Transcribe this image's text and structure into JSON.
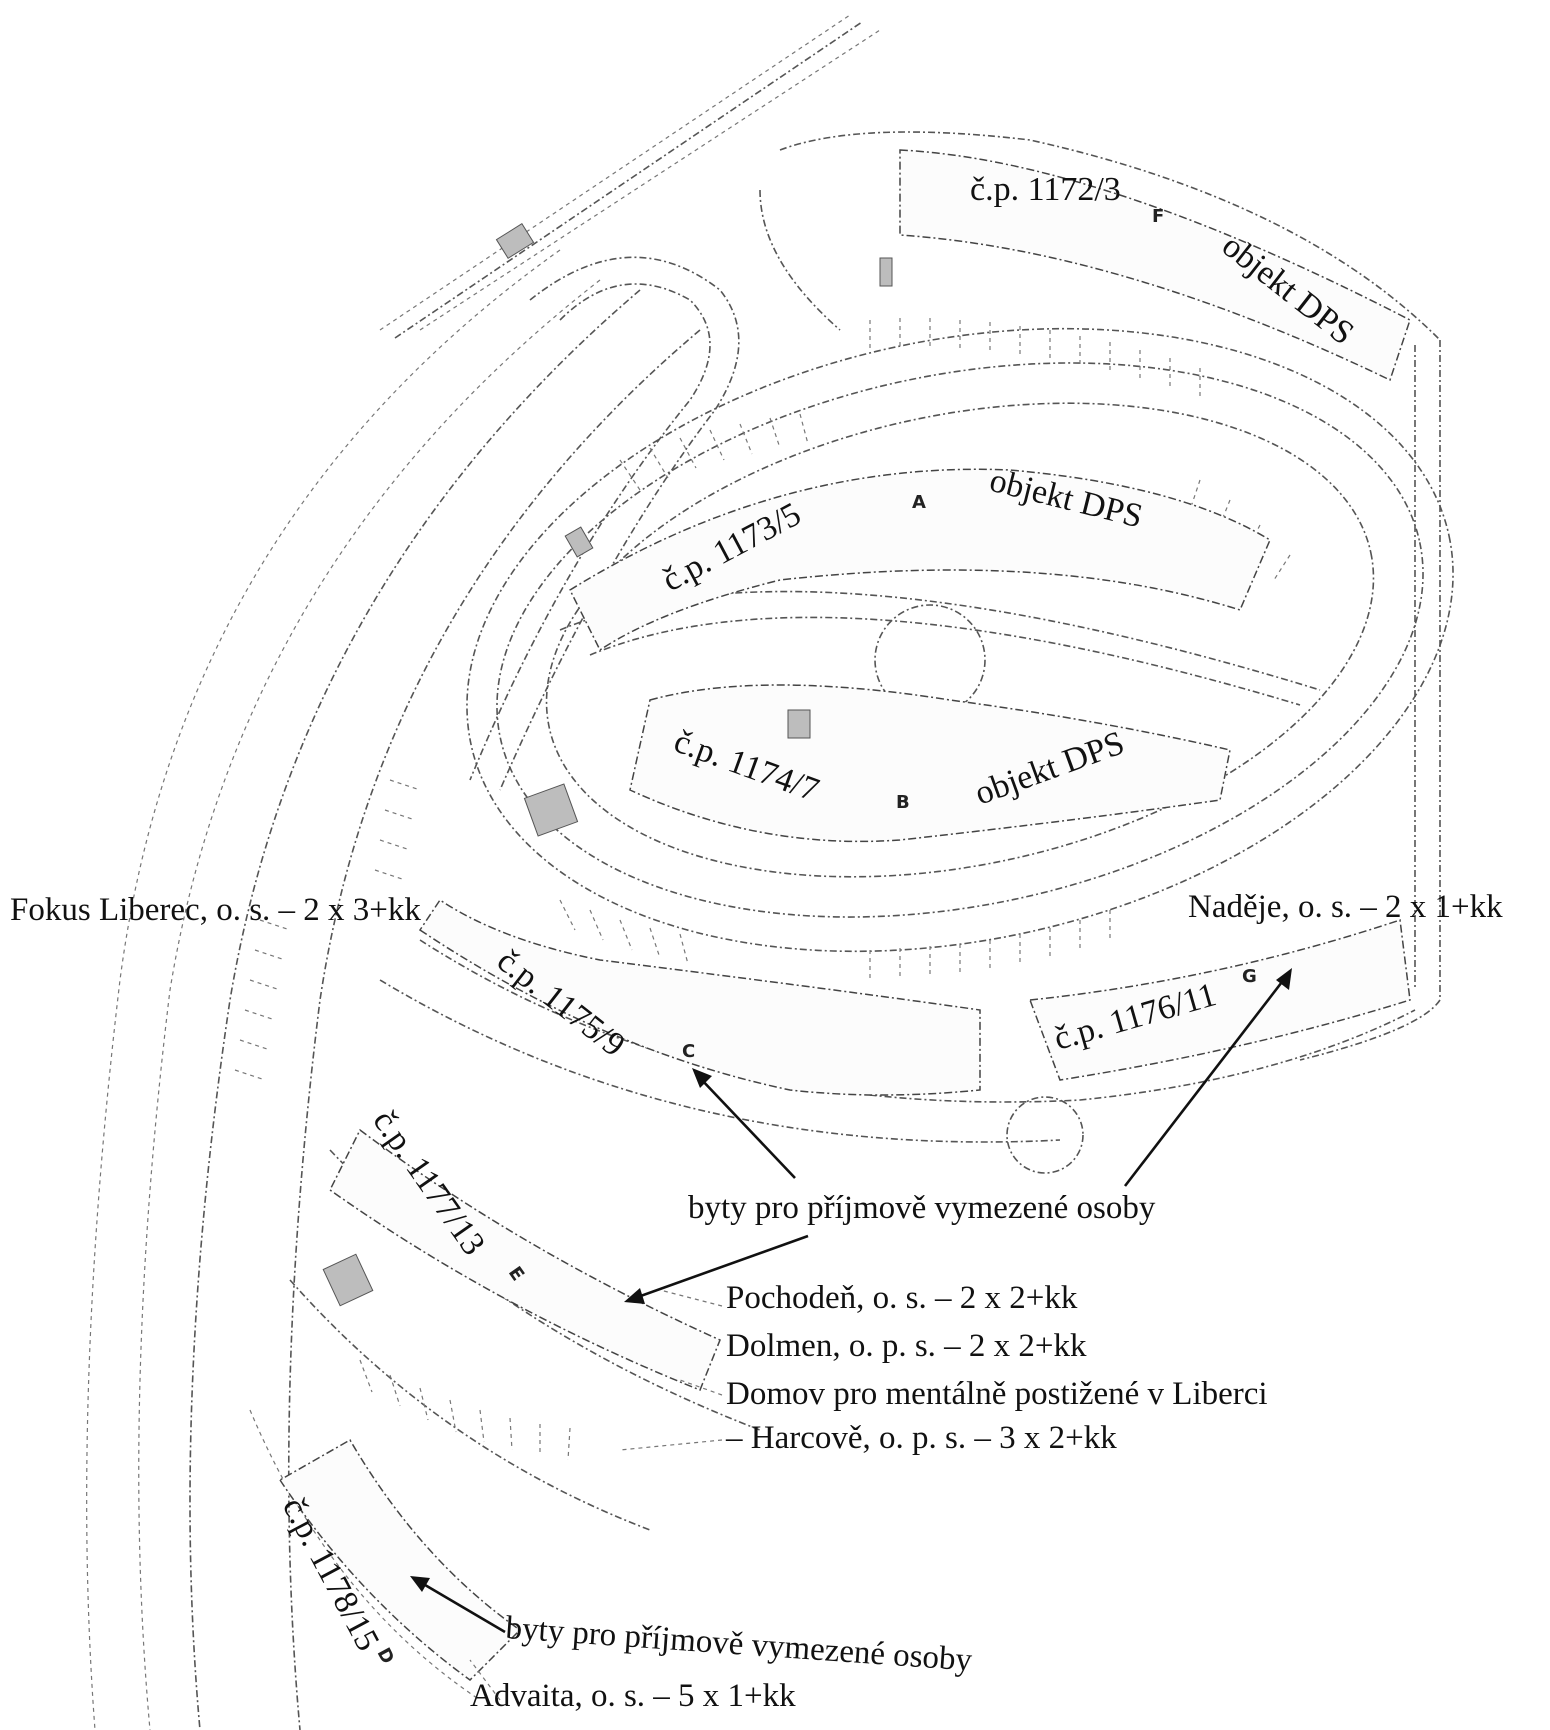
{
  "buildings": [
    {
      "id": "F",
      "number": "č.p. 1172/3",
      "note": "objekt DPS"
    },
    {
      "id": "A",
      "number": "č.p. 1173/5",
      "note": "objekt DPS"
    },
    {
      "id": "B",
      "number": "č.p. 1174/7",
      "note": "objekt DPS"
    },
    {
      "id": "C",
      "number": "č.p. 1175/9"
    },
    {
      "id": "G",
      "number": "č.p. 1176/11"
    },
    {
      "id": "E",
      "number": "č.p. 1177/13"
    },
    {
      "id": "D",
      "number": "č.p. 1178/15"
    }
  ],
  "annotations": {
    "fokus": "Fokus Liberec, o. s. – 2 x 3+kk",
    "nadeje": "Naděje, o. s. – 2 x 1+kk",
    "byty_1": "byty pro příjmově vymezené osoby",
    "pochoden": "Pochodeň, o. s. – 2 x 2+kk",
    "dolmen": "Dolmen, o. p. s. – 2 x 2+kk",
    "domov": "Domov pro mentálně postižené v Liberci",
    "harcove": "– Harcově, o. p. s. – 3 x 2+kk",
    "byty_2": "byty pro příjmově vymezené osoby",
    "advaita": "Advaita, o. s. – 5 x 1+kk"
  }
}
